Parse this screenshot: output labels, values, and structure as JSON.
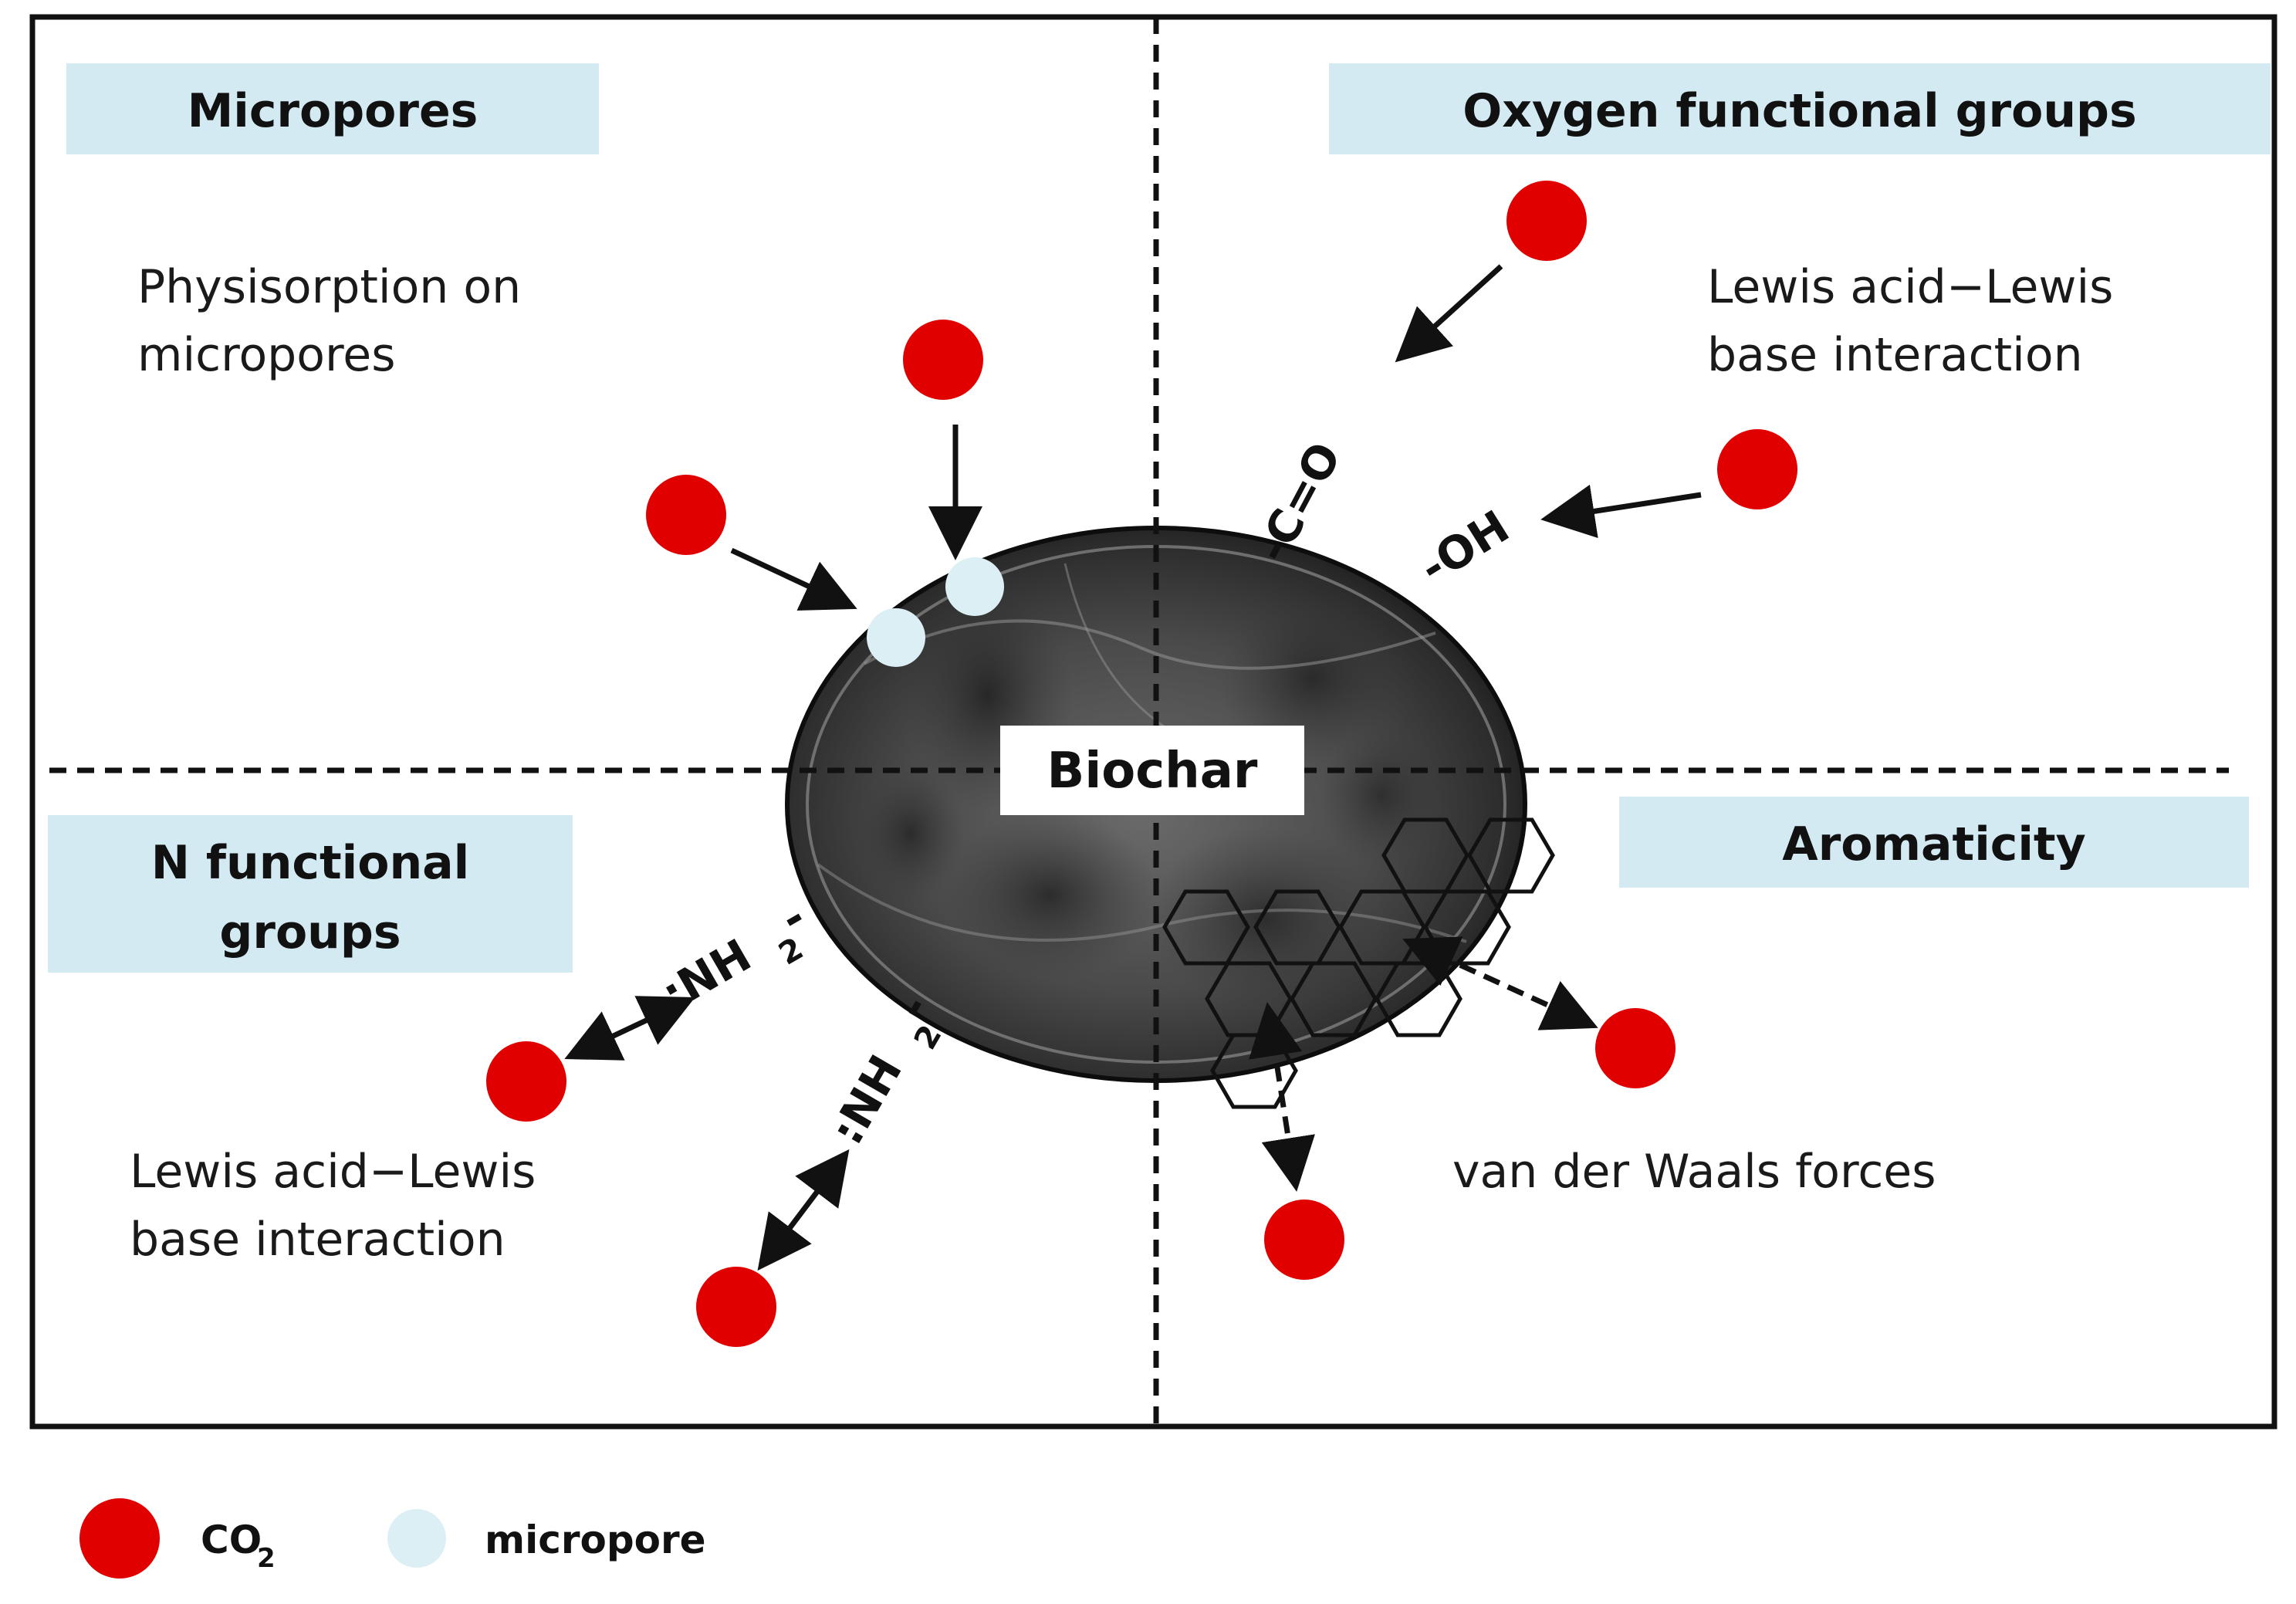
{
  "quadrants": {
    "micropores": {
      "header": "Micropores",
      "desc_line1": "Physisorption on",
      "desc_line2": "micropores"
    },
    "oxygen": {
      "header": "Oxygen functional groups",
      "desc_line1": "Lewis acid−Lewis",
      "desc_line2": "base interaction",
      "group_carbonyl": "-C=O",
      "group_hydroxyl": "-OH"
    },
    "nitrogen": {
      "header_line1": "N functional",
      "header_line2": "groups",
      "desc_line1": "Lewis acid−Lewis",
      "desc_line2": "base interaction",
      "group_amine_main": ":NH",
      "group_amine_sub": "2",
      "group_amine_dash": "-"
    },
    "aromaticity": {
      "header": "Aromaticity",
      "desc": "van der Waals forces"
    }
  },
  "center": {
    "label": "Biochar"
  },
  "legend": {
    "co2_main": "CO",
    "co2_sub": "2",
    "micropore": "micropore"
  },
  "colors": {
    "co2": "#e00000",
    "micropore": "#dbeff5",
    "header_bg": "#d4eaf3",
    "frame": "#111111"
  }
}
